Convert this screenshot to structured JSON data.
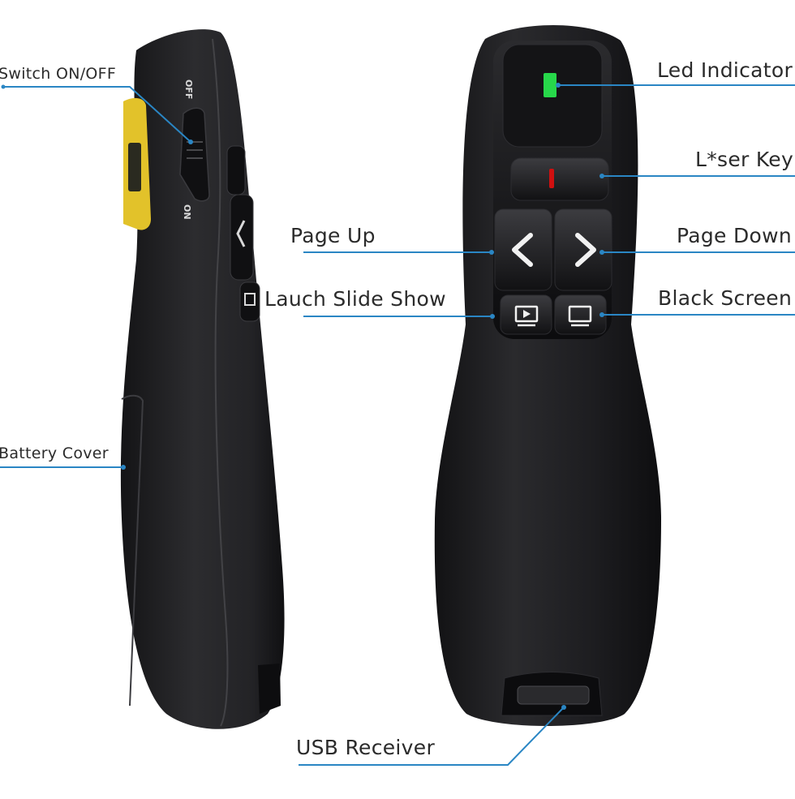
{
  "labels": {
    "switch": "Switch ON/OFF",
    "battery": "Battery Cover",
    "led": "Led Indicator",
    "laser": "L*ser Key",
    "page_up": "Page Up",
    "page_down": "Page Down",
    "launch": "Lauch Slide Show",
    "black": "Black Screen",
    "usb": "USB Receiver"
  },
  "device_text": {
    "off": "OFF",
    "on": "ON"
  },
  "colors": {
    "callout_line": "#2a86c4",
    "body": "#1f1f21",
    "led": "#27d84a",
    "laser_dot": "#d01010",
    "battery_sticker": "#e2c22a"
  },
  "icons": {
    "page_up": "chevron-left-icon",
    "page_down": "chevron-right-icon",
    "launch": "play-screen-icon",
    "black": "monitor-icon"
  }
}
